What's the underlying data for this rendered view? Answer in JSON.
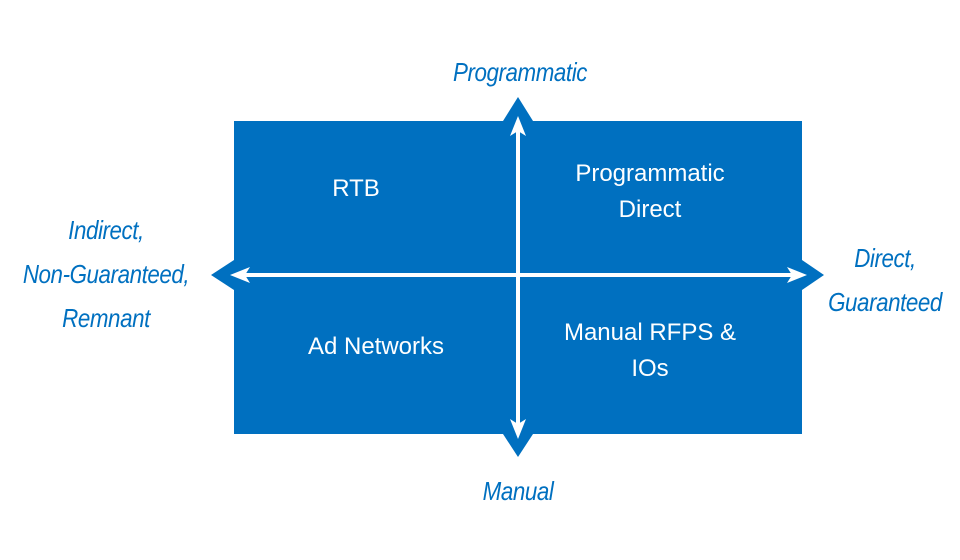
{
  "diagram": {
    "type": "quadrant-matrix",
    "colors": {
      "box": "#0070c0",
      "axis_line": "#ffffff",
      "axis_label": "#0070c0",
      "quadrant_text": "#ffffff",
      "background": "#ffffff"
    },
    "axes": {
      "top": "Programmatic",
      "bottom": "Manual",
      "left": "Indirect,\nNon-Guaranteed,\nRemnant",
      "right": "Direct,\nGuaranteed"
    },
    "quadrants": {
      "top_left": "RTB",
      "top_right": "Programmatic\nDirect",
      "bottom_left": "Ad Networks",
      "bottom_right": "Manual RFPS &\nIOs"
    }
  }
}
